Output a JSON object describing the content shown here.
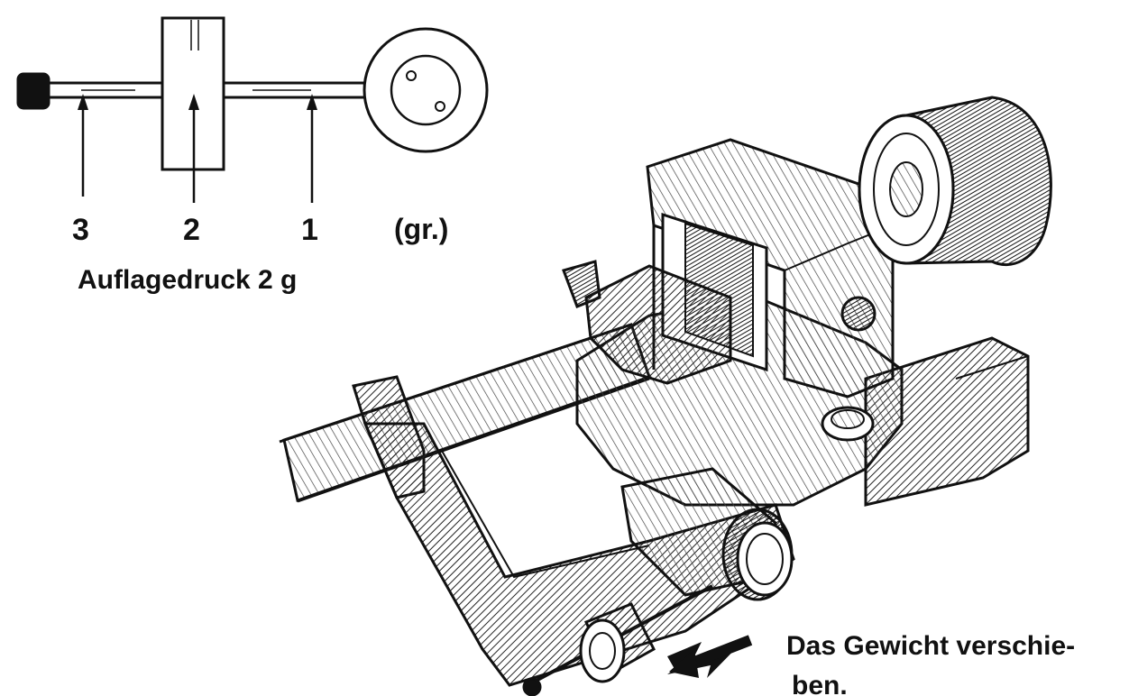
{
  "top_diagram": {
    "marker_labels": [
      "3",
      "2",
      "1"
    ],
    "unit_label": "(gr.)",
    "caption": "Auflagedruck 2 g"
  },
  "instruction": {
    "line1": "Das Gewicht verschie-",
    "line2": "ben."
  },
  "colors": {
    "ink": "#111111",
    "hatch": "#3a3a3a",
    "paper": "#ffffff"
  }
}
